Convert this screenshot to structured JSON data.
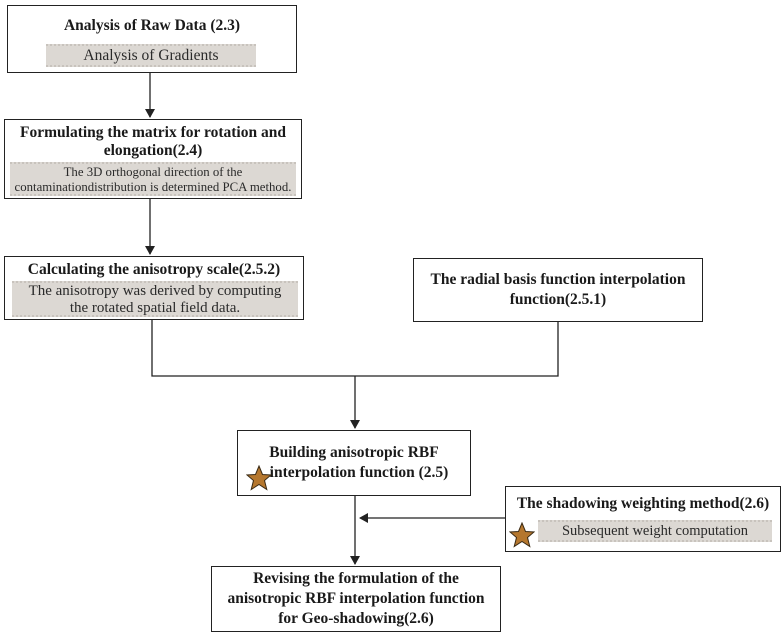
{
  "colors": {
    "box_border": "#222222",
    "note_bg": "#dcd8d3",
    "star_fill": "#b5772e",
    "star_stroke": "#3a2a14",
    "connector": "#222222"
  },
  "boxes": {
    "raw_data": {
      "title": "Analysis of Raw Data (2.3)",
      "note": "Analysis of Gradients"
    },
    "matrix": {
      "title": "Formulating the matrix for rotation and elongation(2.4)",
      "note_line1": "The 3D orthogonal direction of the",
      "note_line2": "contaminationdistribution is determined PCA method."
    },
    "anisotropy": {
      "title": "Calculating the anisotropy scale(2.5.2)",
      "note_line1": "The anisotropy was derived by computing",
      "note_line2": "the rotated spatial field data."
    },
    "rbf": {
      "title_line1": "The radial basis function interpolation",
      "title_line2": "function(2.5.1)"
    },
    "building": {
      "title_line1": "Building anisotropic RBF",
      "title_line2": "interpolation function (2.5)",
      "icon": "star-icon"
    },
    "shadowing": {
      "title": "The shadowing weighting method(2.6)",
      "note": "Subsequent weight computation",
      "icon": "star-icon"
    },
    "revising": {
      "title_line1": "Revising the formulation of the",
      "title_line2": "anisotropic RBF interpolation function",
      "title_line3": "for Geo-shadowing(2.6)"
    }
  }
}
